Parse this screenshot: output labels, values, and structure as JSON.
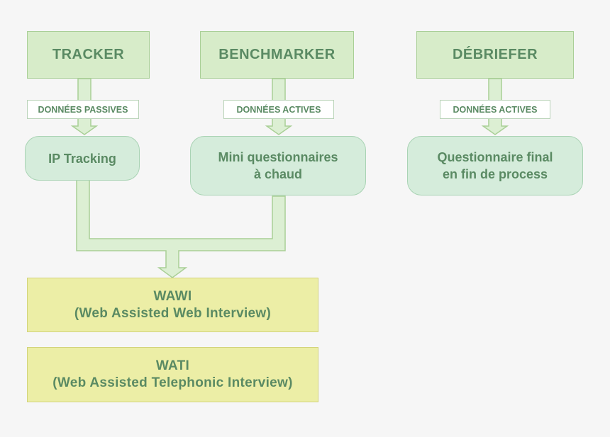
{
  "sources": [
    {
      "title": "TRACKER",
      "data_type": "DONNÉES PASSIVES"
    },
    {
      "title": "BENCHMARKER",
      "data_type": "DONNÉES ACTIVES"
    },
    {
      "title": "DÉBRIEFER",
      "data_type": "DONNÉES ACTIVES"
    }
  ],
  "processes": [
    {
      "lines": [
        "IP Tracking"
      ]
    },
    {
      "lines": [
        "Mini questionnaires",
        "à chaud"
      ]
    },
    {
      "lines": [
        "Questionnaire final",
        "en fin de process"
      ]
    }
  ],
  "outputs": [
    {
      "title": "WAWI",
      "subtitle": "(Web Assisted Web Interview)"
    },
    {
      "title": "WATI",
      "subtitle": "(Web Assisted Telephonic Interview)"
    }
  ],
  "colors": {
    "source_fill": "#d7ecc9",
    "process_fill": "#d5ecdb",
    "output_fill": "#eceea6",
    "connector_fill": "#dcefd3",
    "text": "#5a8a63"
  }
}
